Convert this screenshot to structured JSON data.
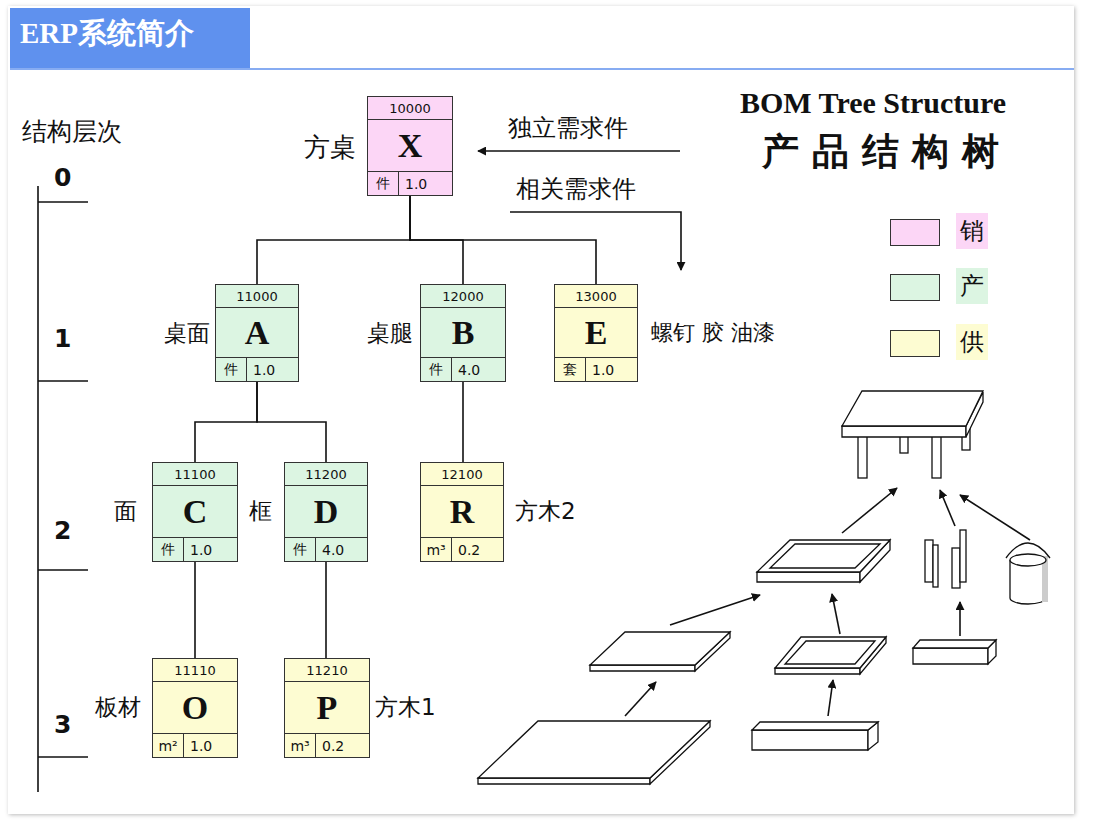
{
  "diagram": {
    "title": "ERP系统简介",
    "nodes": [
      {
        "text": [
          "10000",
          "X",
          "件",
          "1.0",
          "方桌"
        ]
      },
      {
        "text": [
          "11000",
          "A",
          "件",
          "1.0",
          "桌面"
        ]
      },
      {
        "text": [
          "12000",
          "B",
          "件",
          "4.0",
          "桌腿"
        ]
      },
      {
        "text": [
          "13000",
          "E",
          "套",
          "1.0",
          "螺钉 胶 油漆"
        ]
      },
      {
        "text": [
          "11100",
          "C",
          "件",
          "1.0",
          "面"
        ]
      },
      {
        "text": [
          "11200",
          "D",
          "件",
          "4.0",
          "框"
        ]
      },
      {
        "text": [
          "12100",
          "R",
          "m³",
          "0.2",
          "方木2"
        ]
      },
      {
        "text": [
          "11110",
          "O",
          "m²",
          "1.0",
          "板材"
        ]
      },
      {
        "text": [
          "11210",
          "P",
          "m³",
          "0.2",
          "方木1"
        ]
      }
    ],
    "edges": [
      {
        "from": 0,
        "to": 1,
        "arrow": "none"
      },
      {
        "from": 0,
        "to": 2,
        "arrow": "none"
      },
      {
        "from": 0,
        "to": 3,
        "arrow": "none"
      },
      {
        "from": 1,
        "to": 4,
        "arrow": "none"
      },
      {
        "from": 1,
        "to": 5,
        "arrow": "none"
      },
      {
        "from": 2,
        "to": 6,
        "arrow": "none"
      },
      {
        "from": 4,
        "to": 7,
        "arrow": "none"
      },
      {
        "from": 5,
        "to": 8,
        "arrow": "none"
      }
    ],
    "labels": [
      "结构层次",
      "0",
      "1",
      "2",
      "3",
      "独立需求件",
      "相关需求件",
      "BOM Tree Structure",
      "产 品 结 构 树"
    ],
    "legend": [
      {
        "text": "销",
        "color": "#fcd6f6"
      },
      {
        "text": "产",
        "color": "#dcf5e2"
      },
      {
        "text": "供",
        "color": "#fdfcd2"
      }
    ]
  }
}
